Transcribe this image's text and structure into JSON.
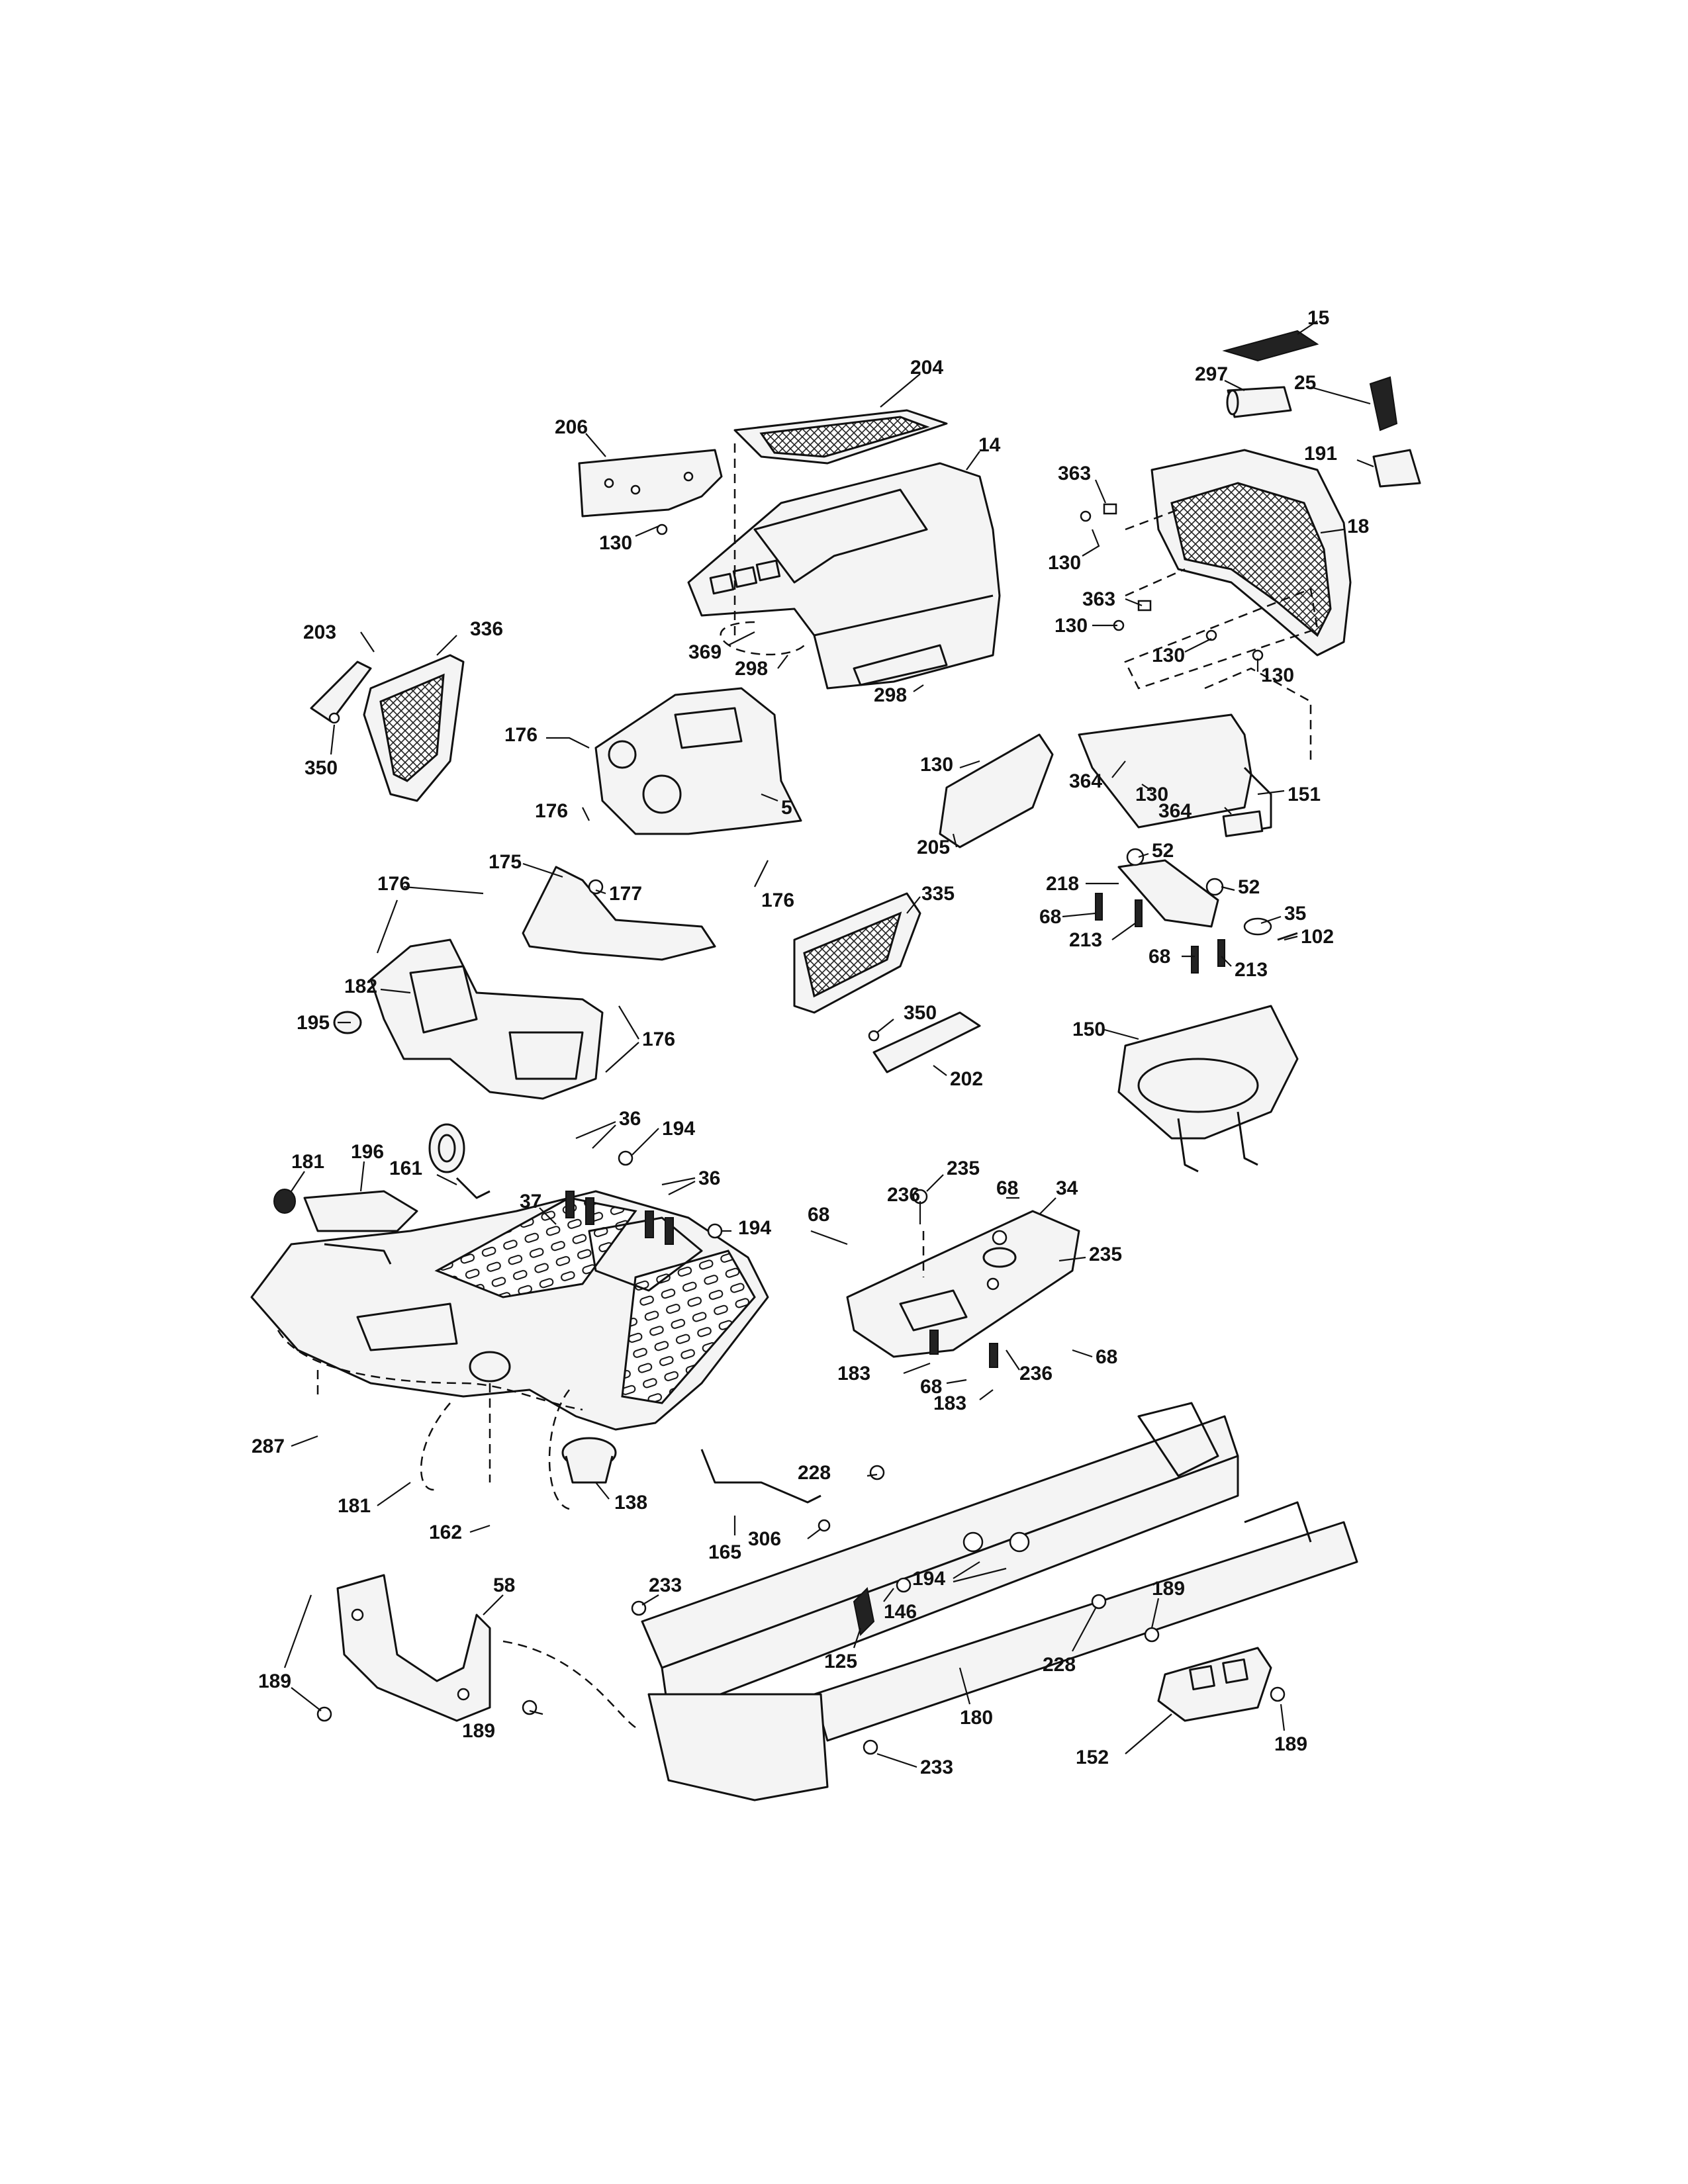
{
  "diagram": {
    "type": "exploded-parts-view",
    "colors": {
      "line": "#111111",
      "background": "#ffffff"
    },
    "callouts": [
      {
        "id": "c15",
        "label": "15"
      },
      {
        "id": "c204",
        "label": "204"
      },
      {
        "id": "c297",
        "label": "297"
      },
      {
        "id": "c25",
        "label": "25"
      },
      {
        "id": "c206",
        "label": "206"
      },
      {
        "id": "c14",
        "label": "14"
      },
      {
        "id": "c191",
        "label": "191"
      },
      {
        "id": "c363a",
        "label": "363"
      },
      {
        "id": "c18",
        "label": "18"
      },
      {
        "id": "c130a",
        "label": "130"
      },
      {
        "id": "c130b",
        "label": "130"
      },
      {
        "id": "c363b",
        "label": "363"
      },
      {
        "id": "c130c",
        "label": "130"
      },
      {
        "id": "c130d",
        "label": "130"
      },
      {
        "id": "c130e",
        "label": "130"
      },
      {
        "id": "c369",
        "label": "369"
      },
      {
        "id": "c298a",
        "label": "298"
      },
      {
        "id": "c298b",
        "label": "298"
      },
      {
        "id": "c203",
        "label": "203"
      },
      {
        "id": "c336",
        "label": "336"
      },
      {
        "id": "c350a",
        "label": "350"
      },
      {
        "id": "c176a",
        "label": "176"
      },
      {
        "id": "c5",
        "label": "5"
      },
      {
        "id": "c176b",
        "label": "176"
      },
      {
        "id": "c176c",
        "label": "176"
      },
      {
        "id": "c130f",
        "label": "130"
      },
      {
        "id": "c205",
        "label": "205"
      },
      {
        "id": "c364a",
        "label": "364"
      },
      {
        "id": "c130g",
        "label": "130"
      },
      {
        "id": "c151",
        "label": "151"
      },
      {
        "id": "c364b",
        "label": "364"
      },
      {
        "id": "c175",
        "label": "175"
      },
      {
        "id": "c177",
        "label": "177"
      },
      {
        "id": "c176d",
        "label": "176"
      },
      {
        "id": "c52a",
        "label": "52"
      },
      {
        "id": "c218",
        "label": "218"
      },
      {
        "id": "c52b",
        "label": "52"
      },
      {
        "id": "c68a",
        "label": "68"
      },
      {
        "id": "c35",
        "label": "35"
      },
      {
        "id": "c213a",
        "label": "213"
      },
      {
        "id": "c102",
        "label": "102"
      },
      {
        "id": "c335",
        "label": "335"
      },
      {
        "id": "c68b",
        "label": "68"
      },
      {
        "id": "c213b",
        "label": "213"
      },
      {
        "id": "c182",
        "label": "182"
      },
      {
        "id": "c195",
        "label": "195"
      },
      {
        "id": "c176e",
        "label": "176"
      },
      {
        "id": "c350b",
        "label": "350"
      },
      {
        "id": "c150",
        "label": "150"
      },
      {
        "id": "c202",
        "label": "202"
      },
      {
        "id": "c36a",
        "label": "36"
      },
      {
        "id": "c194a",
        "label": "194"
      },
      {
        "id": "c181a",
        "label": "181"
      },
      {
        "id": "c196",
        "label": "196"
      },
      {
        "id": "c161",
        "label": "161"
      },
      {
        "id": "c37",
        "label": "37"
      },
      {
        "id": "c36b",
        "label": "36"
      },
      {
        "id": "c235a",
        "label": "235"
      },
      {
        "id": "c236a",
        "label": "236"
      },
      {
        "id": "c68c",
        "label": "68"
      },
      {
        "id": "c34",
        "label": "34"
      },
      {
        "id": "c68d",
        "label": "68"
      },
      {
        "id": "c194b",
        "label": "194"
      },
      {
        "id": "c235b",
        "label": "235"
      },
      {
        "id": "c68e",
        "label": "68"
      },
      {
        "id": "c236b",
        "label": "236"
      },
      {
        "id": "c183a",
        "label": "183"
      },
      {
        "id": "c68f",
        "label": "68"
      },
      {
        "id": "c183b",
        "label": "183"
      },
      {
        "id": "c287",
        "label": "287"
      },
      {
        "id": "c228a",
        "label": "228"
      },
      {
        "id": "c181b",
        "label": "181"
      },
      {
        "id": "c138",
        "label": "138"
      },
      {
        "id": "c162",
        "label": "162"
      },
      {
        "id": "c306",
        "label": "306"
      },
      {
        "id": "c165",
        "label": "165"
      },
      {
        "id": "c194c",
        "label": "194"
      },
      {
        "id": "c233a",
        "label": "233"
      },
      {
        "id": "c146",
        "label": "146"
      },
      {
        "id": "c189a",
        "label": "189"
      },
      {
        "id": "c58",
        "label": "58"
      },
      {
        "id": "c125",
        "label": "125"
      },
      {
        "id": "c228b",
        "label": "228"
      },
      {
        "id": "c189b",
        "label": "189"
      },
      {
        "id": "c180",
        "label": "180"
      },
      {
        "id": "c189c",
        "label": "189"
      },
      {
        "id": "c189d",
        "label": "189"
      },
      {
        "id": "c152",
        "label": "152"
      },
      {
        "id": "c233b",
        "label": "233"
      }
    ]
  }
}
